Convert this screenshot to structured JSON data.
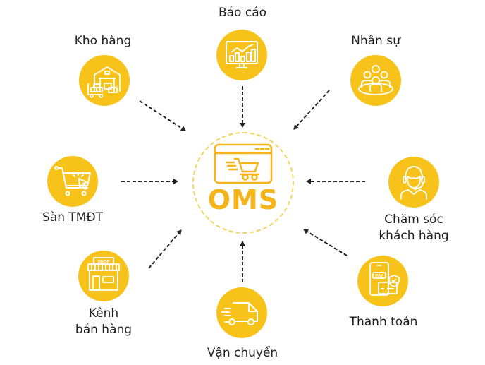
{
  "diagram": {
    "center": {
      "label": "OMS",
      "icon": "online-shop-cart-icon",
      "color": "#F4B41A",
      "ring_color": "#F2D35B"
    },
    "node_color": "#F7C21A",
    "arrow_style": "dashed",
    "nodes": [
      {
        "id": "bao-cao",
        "label": "Báo cáo",
        "icon": "report-chart-icon"
      },
      {
        "id": "kho-hang",
        "label": "Kho hàng",
        "icon": "warehouse-icon"
      },
      {
        "id": "nhan-su",
        "label": "Nhân sự",
        "icon": "team-people-icon"
      },
      {
        "id": "san-tmdt",
        "label": "Sàn TMĐT",
        "icon": "cart-click-icon"
      },
      {
        "id": "cham-soc",
        "label_line1": "Chăm sóc",
        "label_line2": "khách hàng",
        "icon": "headset-support-icon"
      },
      {
        "id": "kenh-ban-hang",
        "label_line1": "Kênh",
        "label_line2": "bán hàng",
        "icon": "shop-storefront-icon",
        "icon_text": "SHOP"
      },
      {
        "id": "van-chuyen",
        "label": "Vận chuyển",
        "icon": "delivery-truck-icon"
      },
      {
        "id": "thanh-toan",
        "label": "Thanh toán",
        "icon": "payment-phone-card-icon",
        "icon_text": "PAY"
      }
    ],
    "edges": [
      {
        "from": "bao-cao",
        "to": "OMS"
      },
      {
        "from": "kho-hang",
        "to": "OMS"
      },
      {
        "from": "nhan-su",
        "to": "OMS"
      },
      {
        "from": "san-tmdt",
        "to": "OMS"
      },
      {
        "from": "cham-soc",
        "to": "OMS"
      },
      {
        "from": "kenh-ban-hang",
        "to": "OMS"
      },
      {
        "from": "van-chuyen",
        "to": "OMS"
      },
      {
        "from": "thanh-toan",
        "to": "OMS"
      }
    ]
  }
}
